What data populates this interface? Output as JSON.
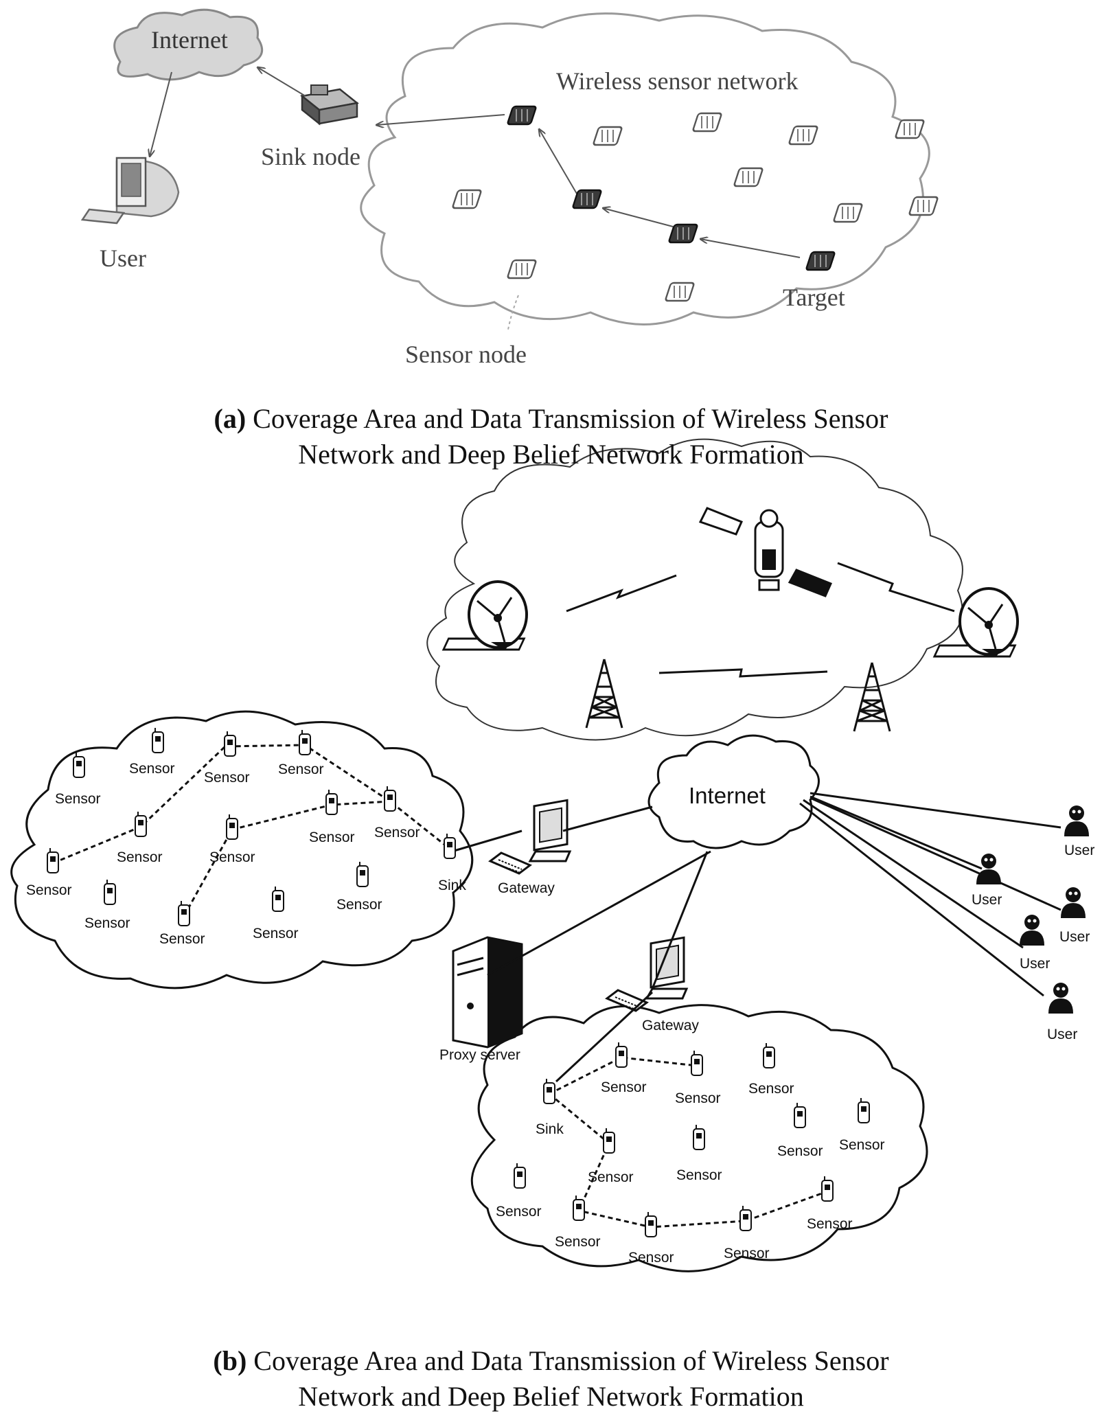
{
  "diagram_a": {
    "labels": {
      "internet": "Internet",
      "sink_node": "Sink node",
      "user": "User",
      "wsn": "Wireless sensor network",
      "target": "Target",
      "sensor_node": "Sensor node"
    },
    "caption": {
      "tag": "(a)",
      "line1": "Coverage Area and Data Transmission of Wireless Sensor",
      "line2": "Network and Deep Belief Network Formation"
    }
  },
  "diagram_b": {
    "labels": {
      "internet": "Internet",
      "gateway": "Gateway",
      "proxy_server": "Proxy server",
      "sink": "Sink",
      "sensor": "Sensor",
      "user": "User"
    },
    "caption": {
      "tag": "(b)",
      "line1": "Coverage Area and Data Transmission of Wireless Sensor",
      "line2": "Network and Deep Belief Network Formation"
    }
  }
}
